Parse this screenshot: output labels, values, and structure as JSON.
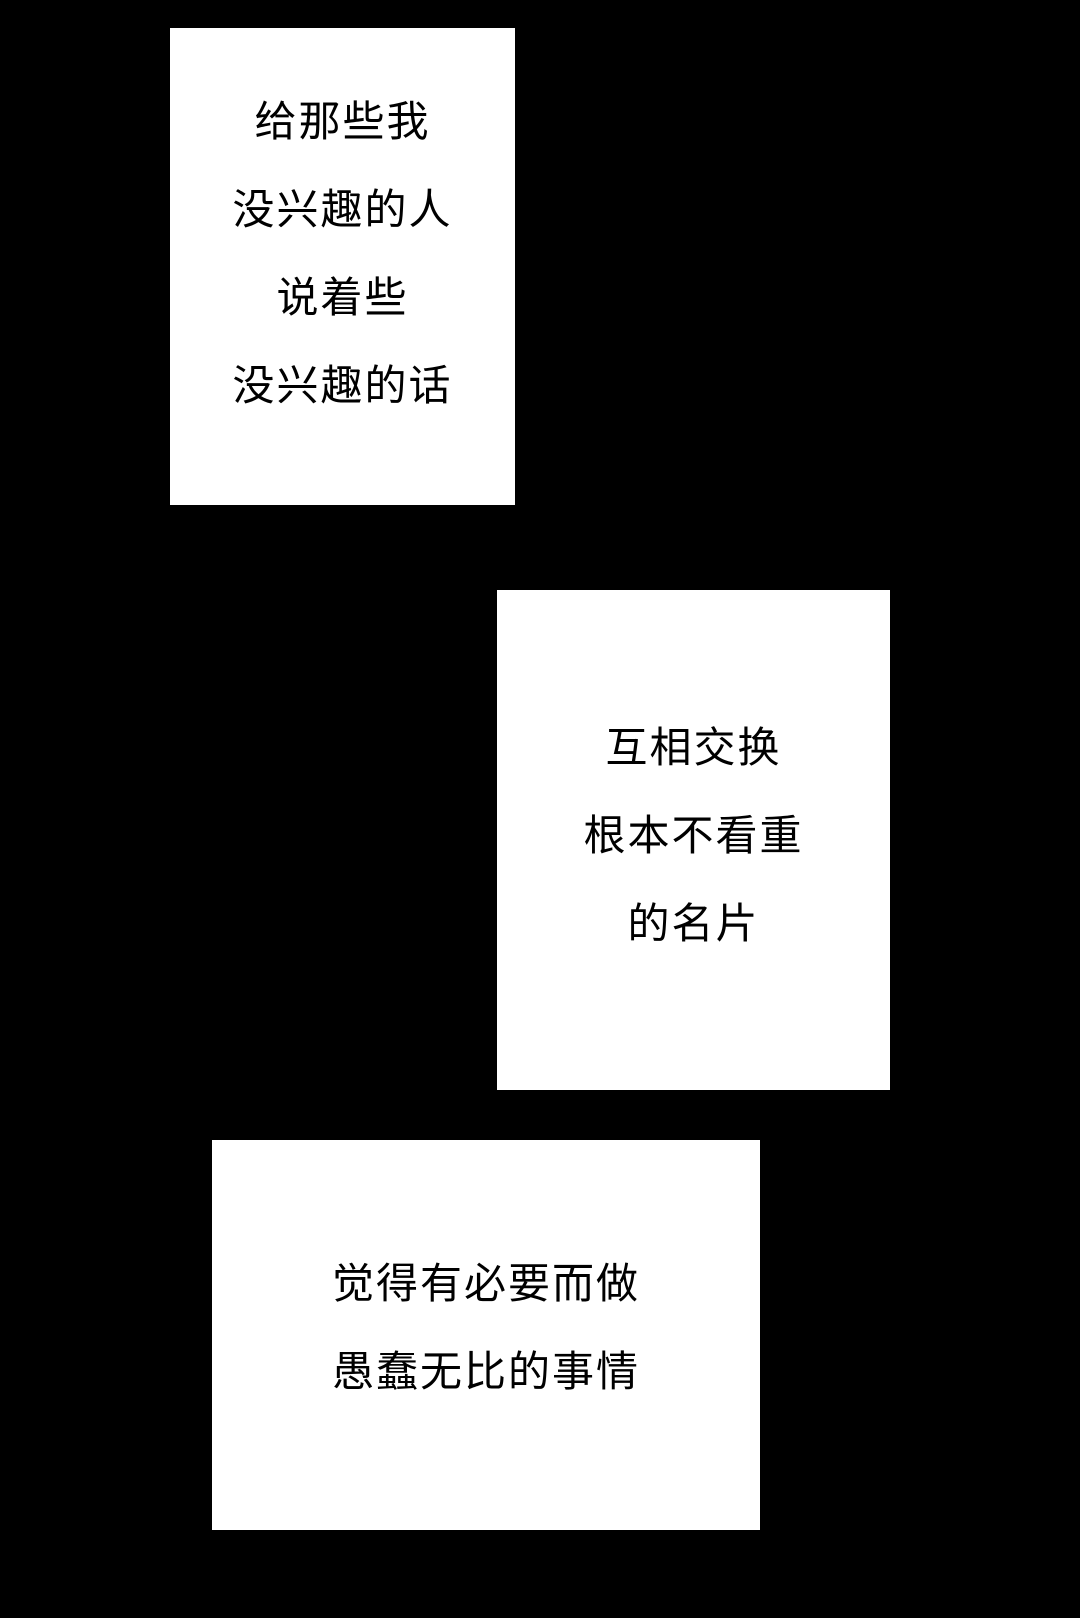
{
  "page": {
    "background_color": "#000000",
    "panel_background_color": "#ffffff",
    "text_color": "#000000"
  },
  "panels": [
    {
      "id": "panel-1",
      "lines": [
        "给那些我",
        "没兴趣的人",
        "说着些",
        "没兴趣的话"
      ]
    },
    {
      "id": "panel-2",
      "lines": [
        "互相交换",
        "根本不看重",
        "的名片"
      ]
    },
    {
      "id": "panel-3",
      "lines": [
        "觉得有必要而做",
        "愚蠢无比的事情"
      ]
    }
  ]
}
